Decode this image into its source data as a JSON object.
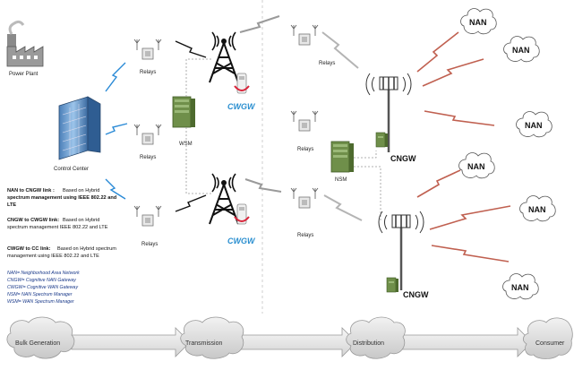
{
  "entities": {
    "power_plant": "Power Plant",
    "control_center": "Control Center",
    "wsm": "WSM",
    "nsm": "NSM",
    "relays": "Relays",
    "cwgw": "CWGW",
    "cngw": "CNGW",
    "nan": "NAN"
  },
  "descriptions": [
    {
      "bold": "NAN to CNGW link :",
      "line1": "Based on Hybrid",
      "line2": "spectrum management using IEEE 802.22 and",
      "line3": "LTE"
    },
    {
      "bold": "CNGW to CWGW link:",
      "line1": "Based on Hybrid",
      "line2": "spectrum management IEEE 802.22 and LTE",
      "line3": ""
    },
    {
      "bold": "CWGW to CC link:",
      "line1": "Based on Hybrid spectrum",
      "line2": "management using IEEE 802.22 and LTE",
      "line3": ""
    }
  ],
  "legend": [
    "NAN= Neighborhood Area Network",
    "CNGW= Cognitive NAN Gateway",
    "CWGW= Cognitive WAN Gateway",
    "NSM= NAN Spectrum Manager",
    "WSM= WAN Spectrum Manager"
  ],
  "stages": [
    "Bulk Generation",
    "Transmission",
    "Distribution",
    "Consumer"
  ],
  "colors": {
    "cwgw_text": "#2b8fd0",
    "nan_bolt": "#c06050",
    "blue_bolt": "#2a8ad6",
    "grey_bolt": "#9a9a9a",
    "server": "#6f8f4a",
    "legend_text": "#1a3a8a"
  }
}
